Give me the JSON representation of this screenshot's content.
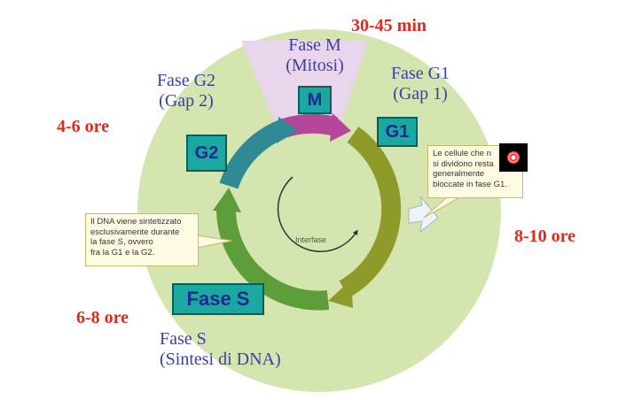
{
  "phases": {
    "m": {
      "title_line1": "Fase M",
      "title_line2": "(Mitosi)",
      "badge": "M"
    },
    "g1": {
      "title_line1": "Fase G1",
      "title_line2": "(Gap 1)",
      "badge": "G1"
    },
    "g2": {
      "title_line1": "Fase G2",
      "title_line2": "(Gap 2)",
      "badge": "G2"
    },
    "s": {
      "title_line1": "Fase S",
      "title_line2": "(Sintesi di DNA)",
      "badge": "Fase S"
    }
  },
  "durations": {
    "m": "30-45 min",
    "g1": "8-10 ore",
    "g2": "4-6 ore",
    "s": "6-8 ore"
  },
  "center_label": "Interfase",
  "callout_g1": [
    "Le cellule che n",
    "si dividono resta",
    "generalmente",
    "bloccate in fase G1."
  ],
  "callout_s": [
    "Il DNA viene sintetizzato",
    "esclusivamente durante",
    "la fase S, ovvero",
    "fra la G1 e la G2."
  ],
  "colors": {
    "outer_disc": "#d5e5b0",
    "mitosis_wedge": "#e9d6ec",
    "badge_fill": "#1aa8a0",
    "phase_title": "#3b3fa8",
    "duration": "#e0291c",
    "arrow_m": "#b5479a",
    "arrow_g1": "#8e9a2a",
    "arrow_s": "#5e9e3a",
    "arrow_g2": "#2f8a96"
  }
}
